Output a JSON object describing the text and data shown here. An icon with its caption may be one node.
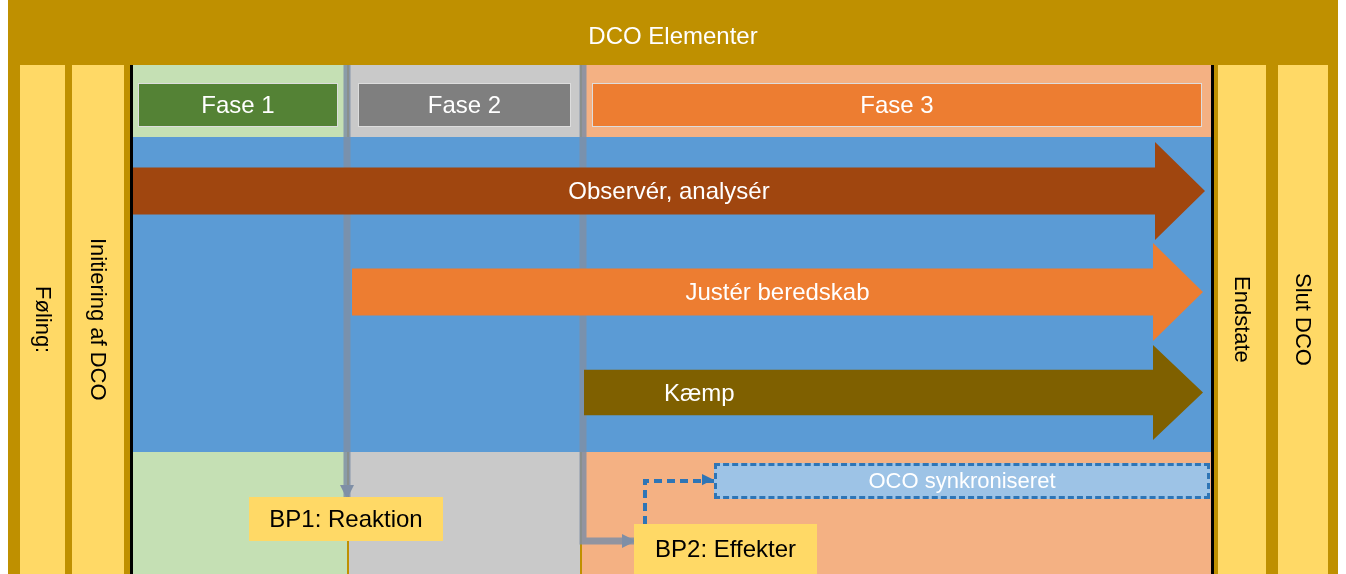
{
  "diagram": {
    "nodes": [
      {
        "text": [
          "DCO Elementer"
        ]
      },
      {
        "text": [
          "Føling:"
        ],
        "in": 0
      },
      {
        "text": [
          "Initiering af DCO"
        ],
        "in": 0
      },
      {
        "text": [
          "Fase 1"
        ],
        "in": 0
      },
      {
        "text": [
          "Fase 2"
        ],
        "in": 0
      },
      {
        "text": [
          "Fase 3"
        ],
        "in": 0
      },
      {
        "text": [
          "Observér, analysér"
        ],
        "in": 0
      },
      {
        "text": [
          "Justér beredskab"
        ],
        "in": 0
      },
      {
        "text": [
          "Kæmp"
        ],
        "in": 0
      },
      {
        "text": [
          "Endstate"
        ],
        "in": 0
      },
      {
        "text": [
          "Slut DCO"
        ],
        "in": 0
      },
      {
        "text": [
          "BP1: Reaktion"
        ],
        "in": 0
      },
      {
        "text": [
          "BP2: Effekter"
        ],
        "in": 0
      },
      {
        "text": [
          "OCO synkroniseret"
        ],
        "in": 0
      }
    ],
    "edges": [
      {
        "from": null,
        "to": 11,
        "arrow": "to"
      },
      {
        "from": null,
        "to": 12,
        "arrow": "to"
      },
      {
        "from": 12,
        "to": 13,
        "arrow": "to",
        "style": "dashed",
        "color": "#2e75b6"
      }
    ]
  }
}
